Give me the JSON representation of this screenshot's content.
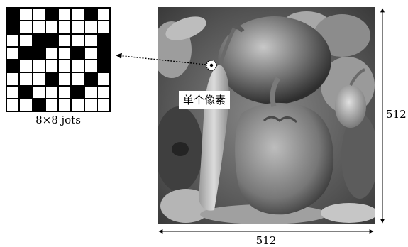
{
  "grid": {
    "caption": "8×8 jots",
    "rows": [
      [
        1,
        0,
        0,
        1,
        0,
        0,
        1,
        0
      ],
      [
        1,
        0,
        0,
        0,
        0,
        0,
        0,
        0
      ],
      [
        0,
        0,
        1,
        1,
        0,
        0,
        0,
        1
      ],
      [
        0,
        1,
        1,
        0,
        0,
        1,
        0,
        1
      ],
      [
        1,
        0,
        0,
        0,
        0,
        0,
        0,
        1
      ],
      [
        0,
        0,
        0,
        1,
        0,
        0,
        1,
        0
      ],
      [
        0,
        1,
        0,
        0,
        0,
        1,
        0,
        0
      ],
      [
        0,
        0,
        1,
        0,
        0,
        0,
        0,
        0
      ]
    ]
  },
  "photo": {
    "pixel_label": "单个像素"
  },
  "dimensions": {
    "width": "512",
    "height": "512"
  }
}
